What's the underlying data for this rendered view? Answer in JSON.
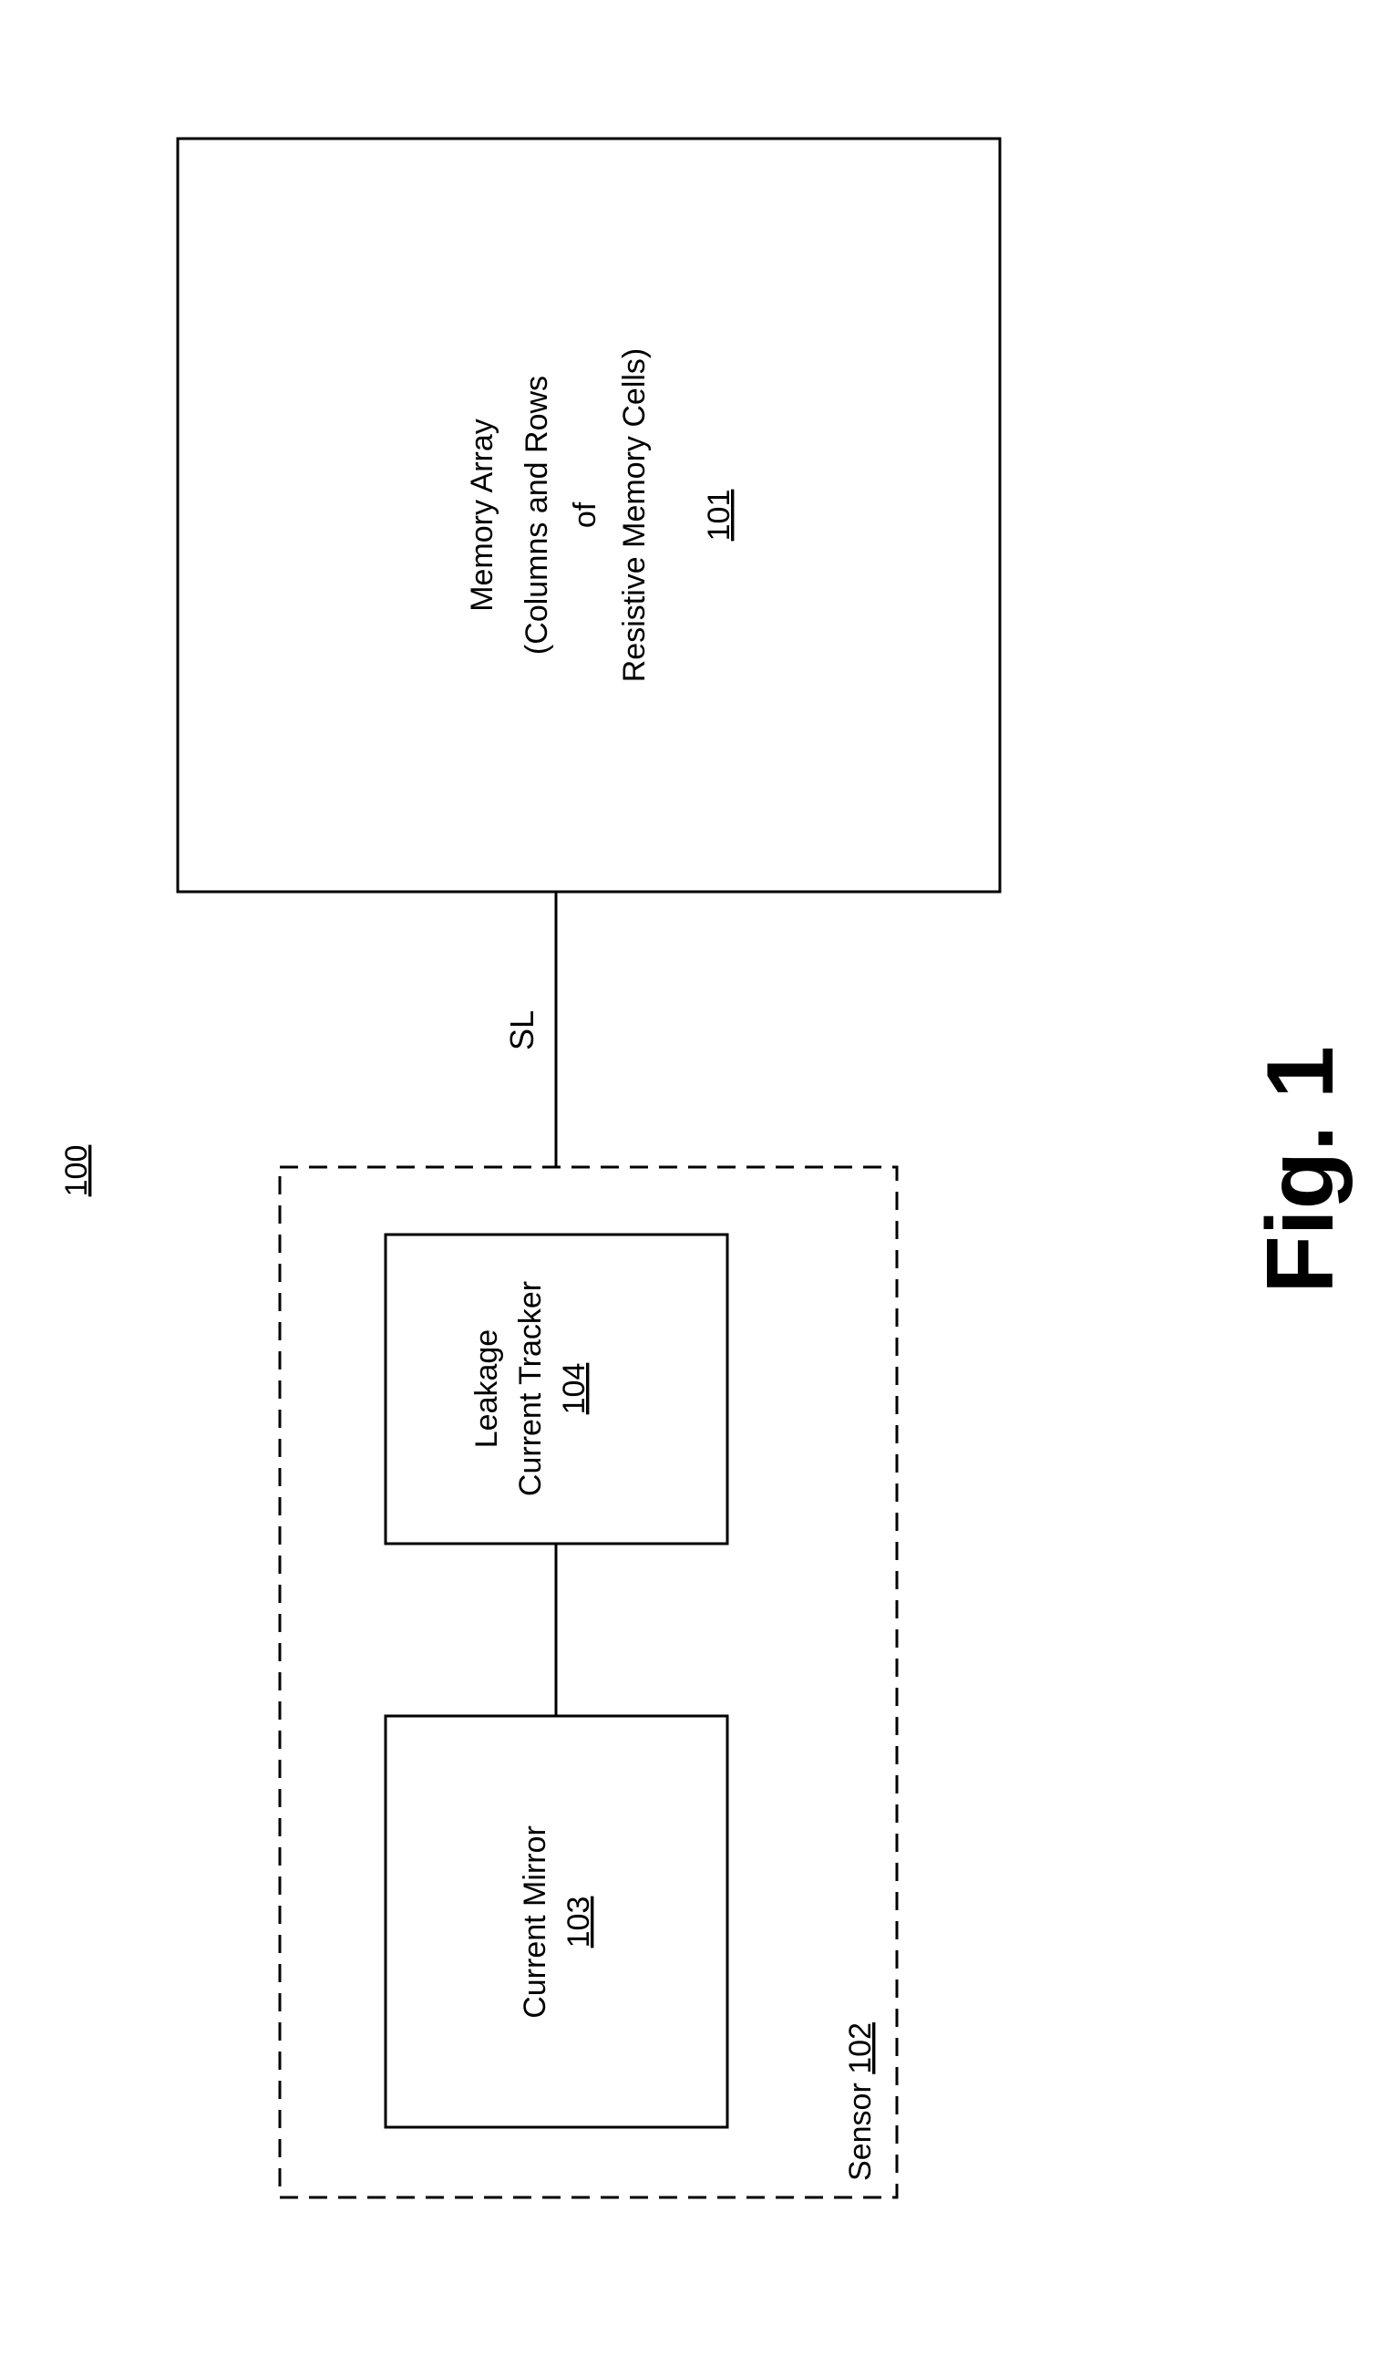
{
  "figure": {
    "ref": "100",
    "caption": "Fig. 1"
  },
  "memory_array": {
    "title": "Memory Array",
    "line2": "(Columns and Rows",
    "line3": "of",
    "line4": "Resistive Memory Cells)",
    "ref": "101"
  },
  "signal_line": {
    "label": "SL"
  },
  "sensor": {
    "label": "Sensor",
    "ref": "102"
  },
  "current_mirror": {
    "title": "Current Mirror",
    "ref": "103"
  },
  "leakage_tracker": {
    "line1": "Leakage",
    "line2": "Current Tracker",
    "ref": "104"
  }
}
